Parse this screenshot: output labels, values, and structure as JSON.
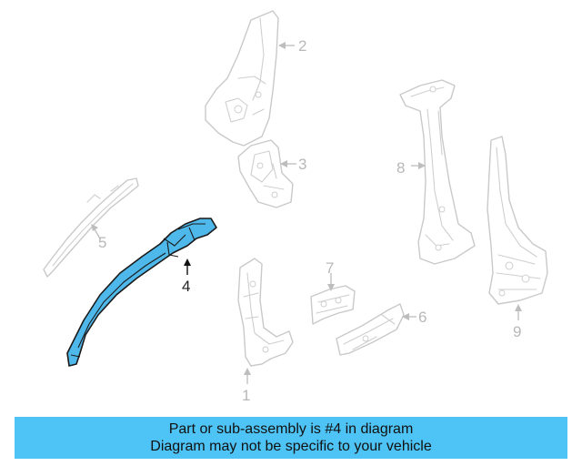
{
  "callouts": {
    "c1": "1",
    "c2": "2",
    "c3": "3",
    "c4": "4",
    "c5": "5",
    "c6": "6",
    "c7": "7",
    "c8": "8",
    "c9": "9"
  },
  "highlighted_part": "4",
  "colors": {
    "highlight_fill": "#4fb8ea",
    "banner_bg": "#4ec3f5",
    "part_stroke": "#c9c9c9"
  },
  "banner": {
    "line1": "Part or sub-assembly is #4 in diagram",
    "line2": "Diagram may not be specific to your vehicle"
  }
}
